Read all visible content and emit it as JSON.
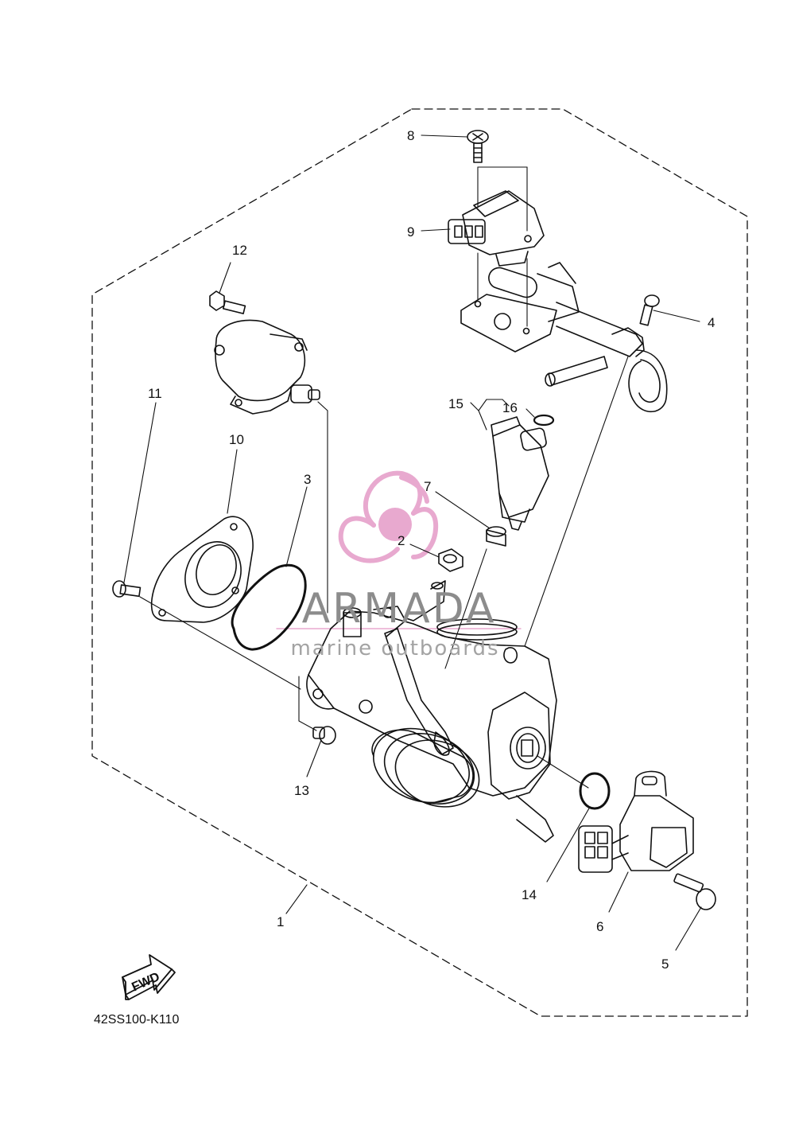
{
  "diagram_code": "42SS100-K110",
  "fwd_label": "FWD",
  "watermark": {
    "brand": "ARMADA",
    "tagline": "marine outboards"
  },
  "callouts": {
    "c1": "1",
    "c2": "2",
    "c3": "3",
    "c4": "4",
    "c5": "5",
    "c6": "6",
    "c7": "7",
    "c8": "8",
    "c9": "9",
    "c10": "10",
    "c11": "11",
    "c12": "12",
    "c13": "13",
    "c14": "14",
    "c15": "15",
    "c16": "16"
  },
  "colors": {
    "line": "#111111",
    "watermark_pink": "#e8a9cf",
    "watermark_grey": "#8c8c8c"
  }
}
